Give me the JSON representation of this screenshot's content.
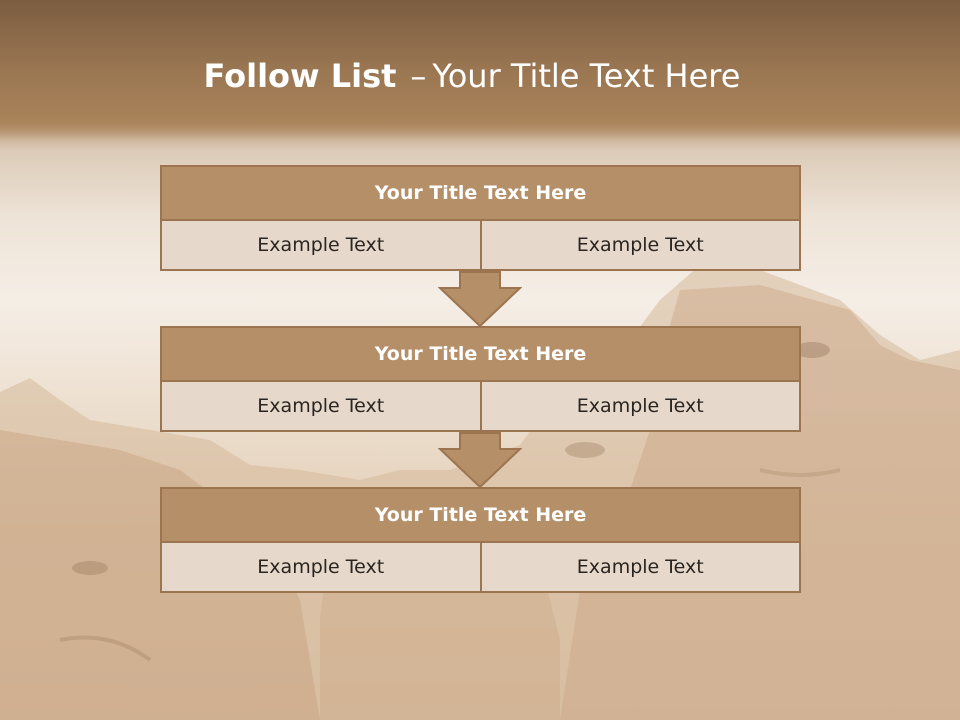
{
  "slide": {
    "title_bold": "Follow List",
    "title_dash": "–",
    "title_rest": "Your Title Text Here"
  },
  "steps": [
    {
      "title": "Your Title Text Here",
      "left": "Example Text",
      "right": "Example Text"
    },
    {
      "title": "Your Title Text Here",
      "left": "Example Text",
      "right": "Example Text"
    },
    {
      "title": "Your Title Text Here",
      "left": "Example Text",
      "right": "Example Text"
    }
  ],
  "colors": {
    "header": "#9a7652",
    "step_title_fill": "#b58f68",
    "step_cell_fill": "#e6d9cc",
    "border": "#9c7550",
    "arrow_fill": "#b58f68"
  },
  "background_image": "mountain-rushmore-photo"
}
